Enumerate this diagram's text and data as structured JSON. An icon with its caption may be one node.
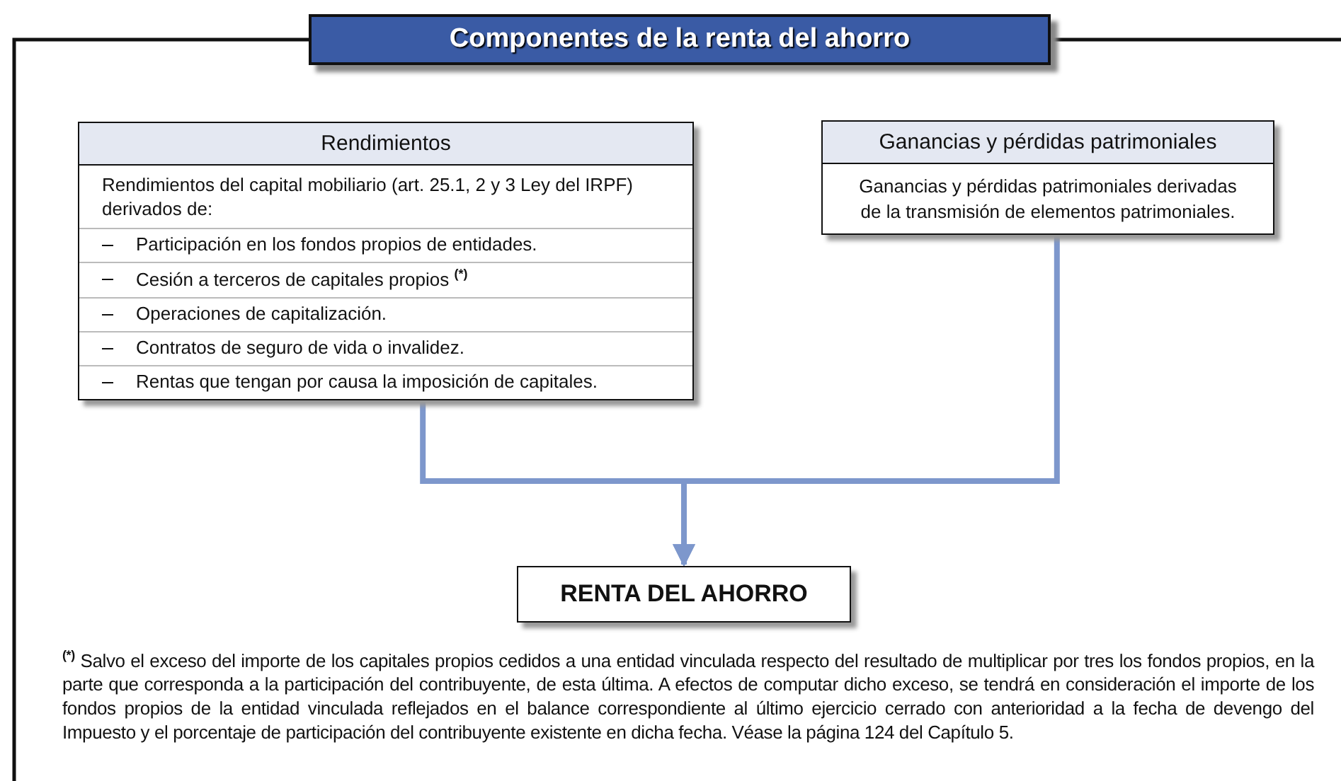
{
  "diagram": {
    "title": "Componentes de la renta del ahorro",
    "nodes": [
      {
        "text": [
          "Rendimientos",
          "Rendimientos del capital mobiliario (art. 25.1, 2 y 3 Ley del IRPF) derivados de:",
          "Participación en los fondos propios de entidades.",
          "Cesión a terceros de capitales propios $^{(*)}$",
          "Operaciones de capitalización.",
          "Contratos de seguro de vida o invalidez.",
          "Rentas que tengan por causa la imposición de capitales."
        ]
      },
      {
        "text": [
          "Ganancias y pérdidas patrimoniales",
          "Ganancias y pérdidas patrimoniales derivadas de la transmisión de elementos patrimoniales."
        ]
      },
      {
        "text": [
          "RENTA DEL AHORRO"
        ]
      }
    ],
    "edges": [
      {
        "from": 0,
        "to": 2,
        "arrow": "to"
      },
      {
        "from": 1,
        "to": 2,
        "arrow": "to"
      }
    ],
    "labels": [
      "$^{(*)}$ Salvo el exceso del importe de los capitales propios cedidos a una entidad vinculada respecto del resultado de multiplicar por tres los fondos propios, en la parte que corresponda a la participación del contribuyente, de esta última. A efectos de computar dicho exceso, se tendrá en consideración el importe de los fondos propios de la entidad vinculada reflejados en el balance correspondiente al último ejercicio cerrado con anterioridad a la fecha de devengo del Impuesto y el porcentaje de participación del contribuyente existente en dicha fecha. Véase la página 124 del Capítulo 5."
    ]
  }
}
